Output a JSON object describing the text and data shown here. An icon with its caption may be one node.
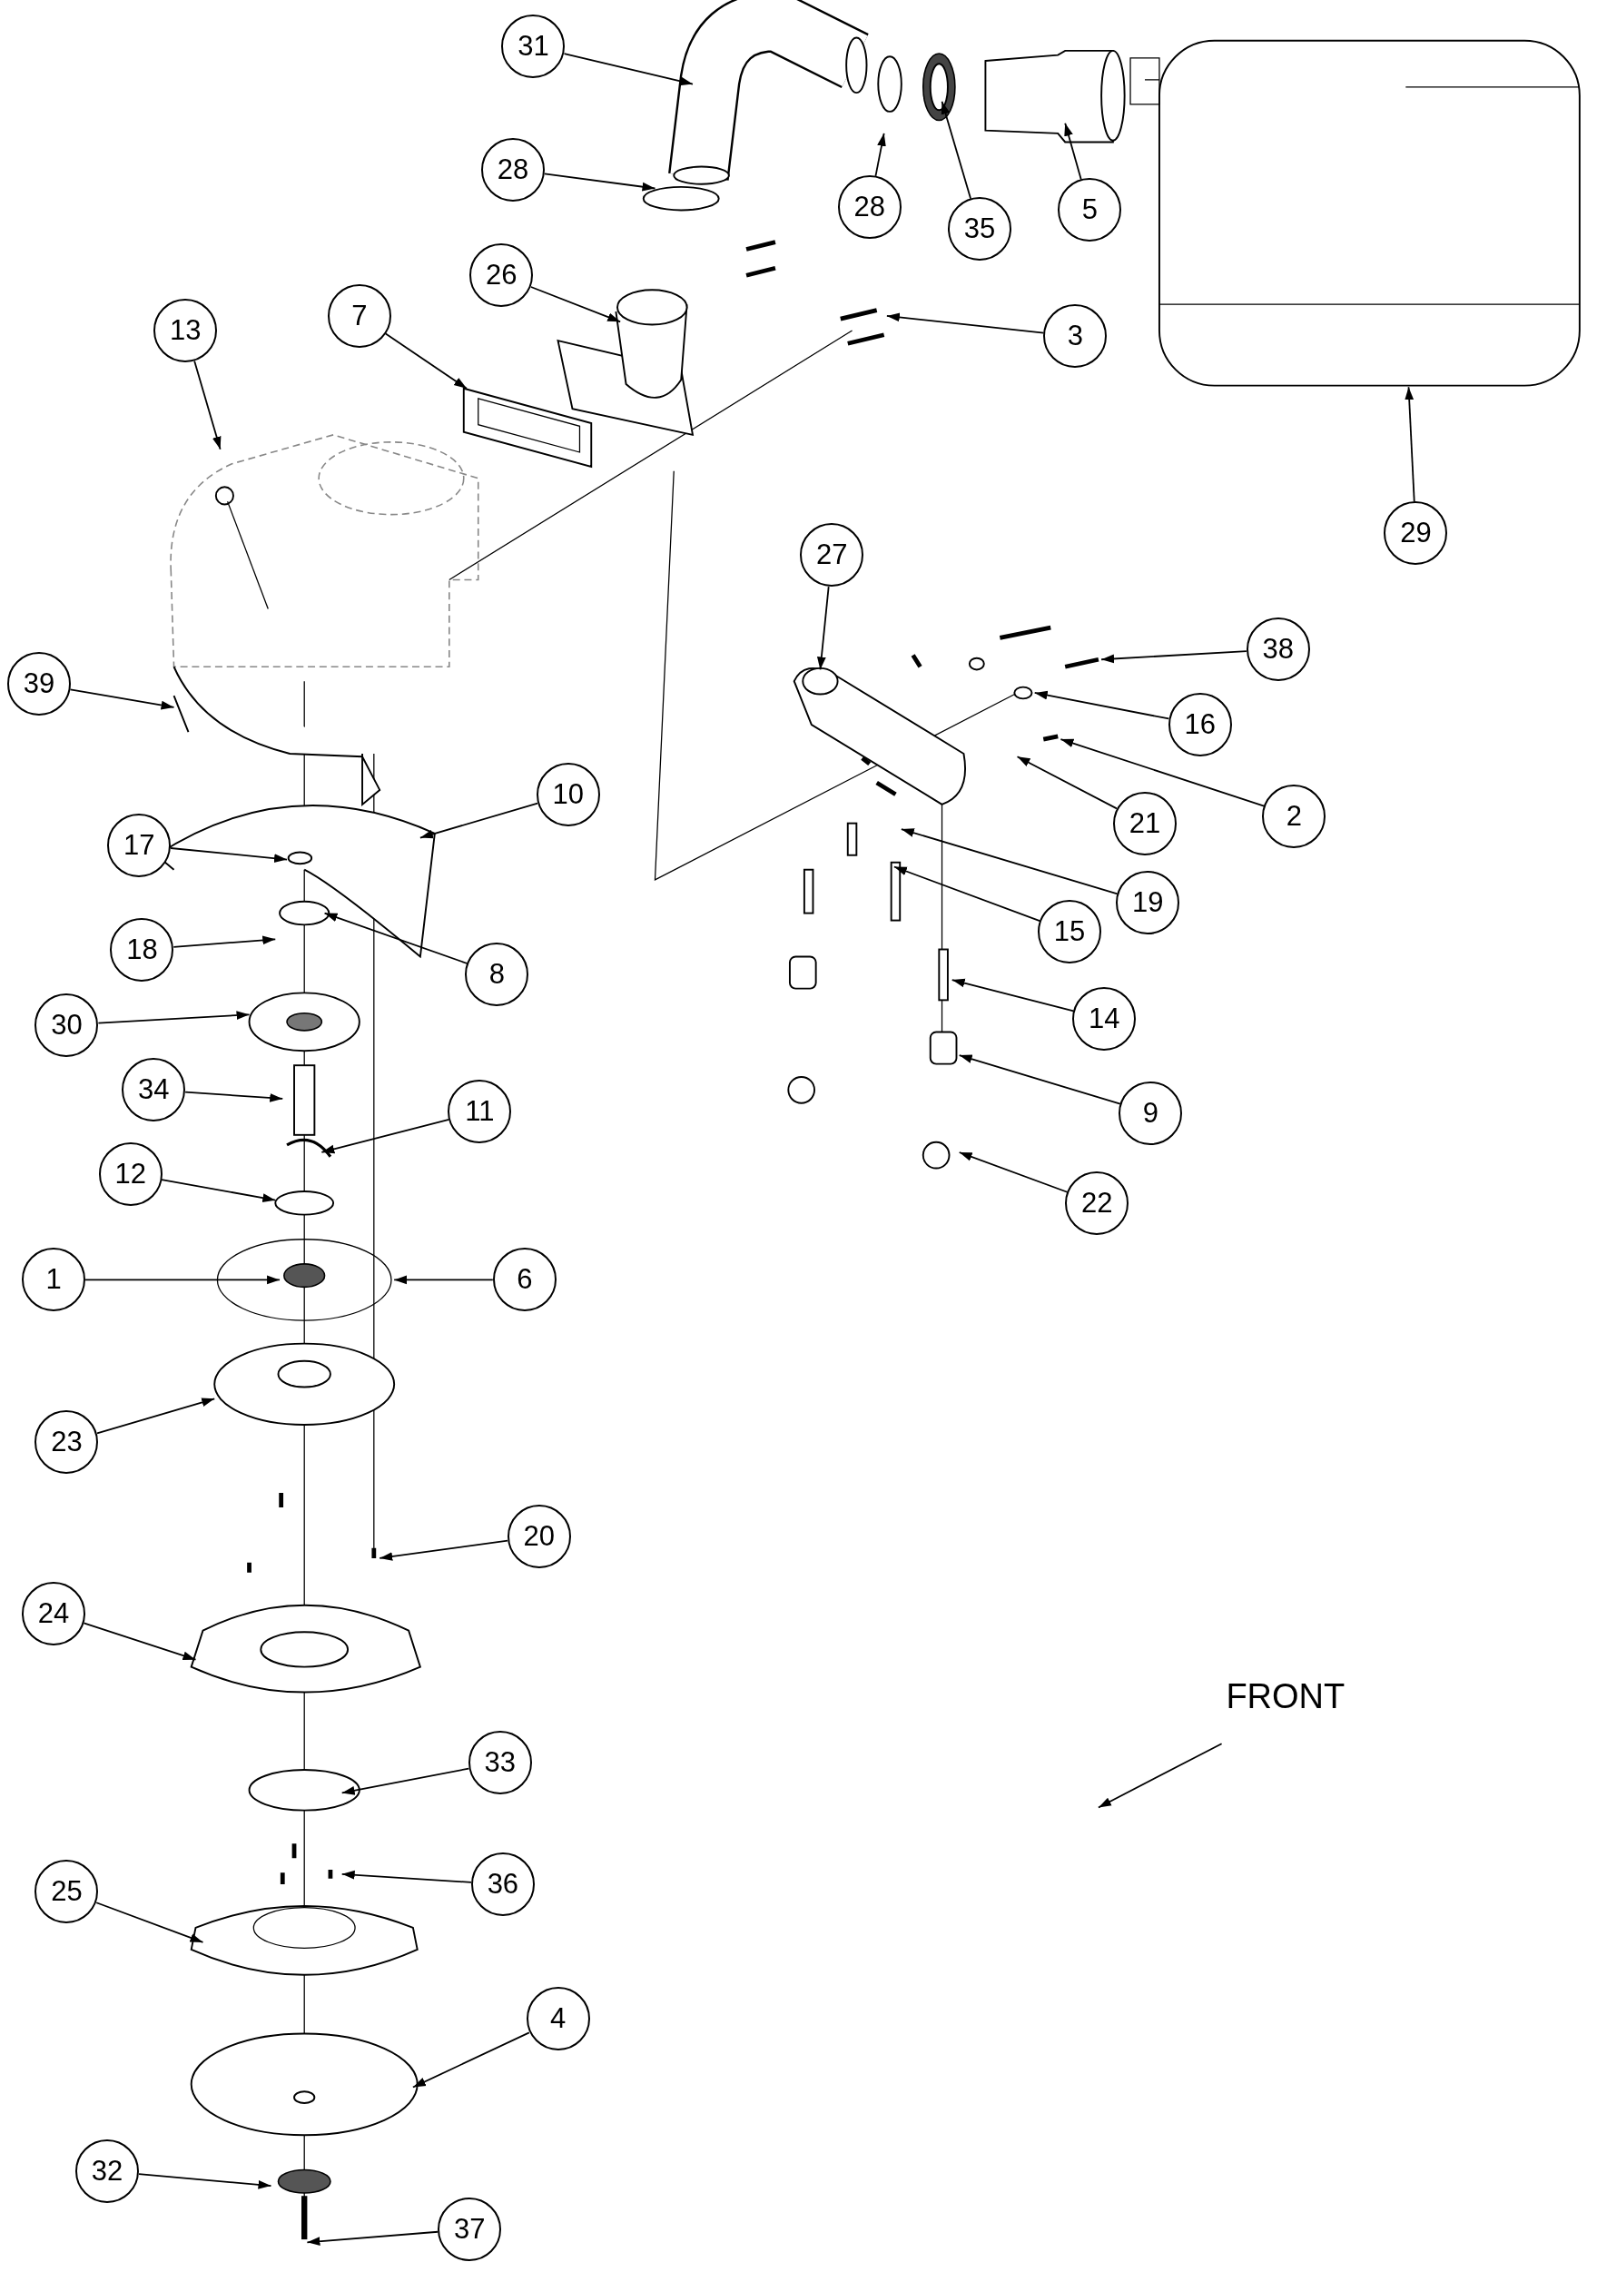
{
  "diagram": {
    "nodes": [
      {
        "text": [
          "31"
        ]
      },
      {
        "text": [
          "28"
        ]
      },
      {
        "text": [
          "5"
        ]
      },
      {
        "text": [
          "28"
        ]
      },
      {
        "text": [
          "35"
        ]
      },
      {
        "text": [
          "26"
        ]
      },
      {
        "text": [
          "7"
        ]
      },
      {
        "text": [
          "13"
        ]
      },
      {
        "text": [
          "3"
        ]
      },
      {
        "text": [
          "29"
        ]
      },
      {
        "text": [
          "27"
        ]
      },
      {
        "text": [
          "38"
        ]
      },
      {
        "text": [
          "39"
        ]
      },
      {
        "text": [
          "16"
        ]
      },
      {
        "text": [
          "10"
        ]
      },
      {
        "text": [
          "2"
        ]
      },
      {
        "text": [
          "21"
        ]
      },
      {
        "text": [
          "17"
        ]
      },
      {
        "text": [
          "19"
        ]
      },
      {
        "text": [
          "15"
        ]
      },
      {
        "text": [
          "18"
        ]
      },
      {
        "text": [
          "8"
        ]
      },
      {
        "text": [
          "14"
        ]
      },
      {
        "text": [
          "30"
        ]
      },
      {
        "text": [
          "34"
        ]
      },
      {
        "text": [
          "11"
        ]
      },
      {
        "text": [
          "9"
        ]
      },
      {
        "text": [
          "12"
        ]
      },
      {
        "text": [
          "22"
        ]
      },
      {
        "text": [
          "1"
        ]
      },
      {
        "text": [
          "6"
        ]
      },
      {
        "text": [
          "23"
        ]
      },
      {
        "text": [
          "20"
        ]
      },
      {
        "text": [
          "24"
        ]
      },
      {
        "text": [
          "33"
        ]
      },
      {
        "text": [
          "36"
        ]
      },
      {
        "text": [
          "25"
        ]
      },
      {
        "text": [
          "4"
        ]
      },
      {
        "text": [
          "32"
        ]
      },
      {
        "text": [
          "37"
        ]
      }
    ],
    "edges": [
      {
        "from": 0,
        "to": null,
        "arrow": "to"
      },
      {
        "from": 1,
        "to": null,
        "arrow": "to"
      },
      {
        "from": 2,
        "to": null,
        "arrow": "to"
      },
      {
        "from": 3,
        "to": null,
        "arrow": "to"
      },
      {
        "from": 4,
        "to": null,
        "arrow": "to"
      },
      {
        "from": 5,
        "to": null,
        "arrow": "to"
      },
      {
        "from": 6,
        "to": null,
        "arrow": "to"
      },
      {
        "from": 7,
        "to": null,
        "arrow": "to"
      },
      {
        "from": 8,
        "to": null,
        "arrow": "to"
      },
      {
        "from": 9,
        "to": null,
        "arrow": "to"
      },
      {
        "from": 10,
        "to": null,
        "arrow": "to"
      },
      {
        "from": 11,
        "to": null,
        "arrow": "to"
      },
      {
        "from": 12,
        "to": null,
        "arrow": "to"
      },
      {
        "from": 13,
        "to": null,
        "arrow": "to"
      },
      {
        "from": 14,
        "to": null,
        "arrow": "to"
      },
      {
        "from": 15,
        "to": null,
        "arrow": "to"
      },
      {
        "from": 16,
        "to": null,
        "arrow": "to"
      },
      {
        "from": 17,
        "to": null,
        "arrow": "to"
      },
      {
        "from": 18,
        "to": null,
        "arrow": "to"
      },
      {
        "from": 19,
        "to": null,
        "arrow": "to"
      },
      {
        "from": 20,
        "to": null,
        "arrow": "to"
      },
      {
        "from": 21,
        "to": null,
        "arrow": "to"
      },
      {
        "from": 22,
        "to": null,
        "arrow": "to"
      },
      {
        "from": 23,
        "to": null,
        "arrow": "to"
      },
      {
        "from": 24,
        "to": null,
        "arrow": "to"
      },
      {
        "from": 25,
        "to": null,
        "arrow": "to"
      },
      {
        "from": 26,
        "to": null,
        "arrow": "to"
      },
      {
        "from": 27,
        "to": null,
        "arrow": "to"
      },
      {
        "from": 28,
        "to": null,
        "arrow": "to"
      },
      {
        "from": 29,
        "to": null,
        "arrow": "to"
      },
      {
        "from": 30,
        "to": null,
        "arrow": "to"
      },
      {
        "from": 31,
        "to": null,
        "arrow": "to"
      },
      {
        "from": 32,
        "to": null,
        "arrow": "to"
      },
      {
        "from": 33,
        "to": null,
        "arrow": "to"
      },
      {
        "from": 34,
        "to": null,
        "arrow": "to"
      },
      {
        "from": 35,
        "to": null,
        "arrow": "to"
      },
      {
        "from": 36,
        "to": null,
        "arrow": "to"
      },
      {
        "from": 37,
        "to": null,
        "arrow": "to"
      },
      {
        "from": 38,
        "to": null,
        "arrow": "to"
      },
      {
        "from": 39,
        "to": null,
        "arrow": "to"
      }
    ],
    "labels": [
      "FRONT"
    ]
  }
}
